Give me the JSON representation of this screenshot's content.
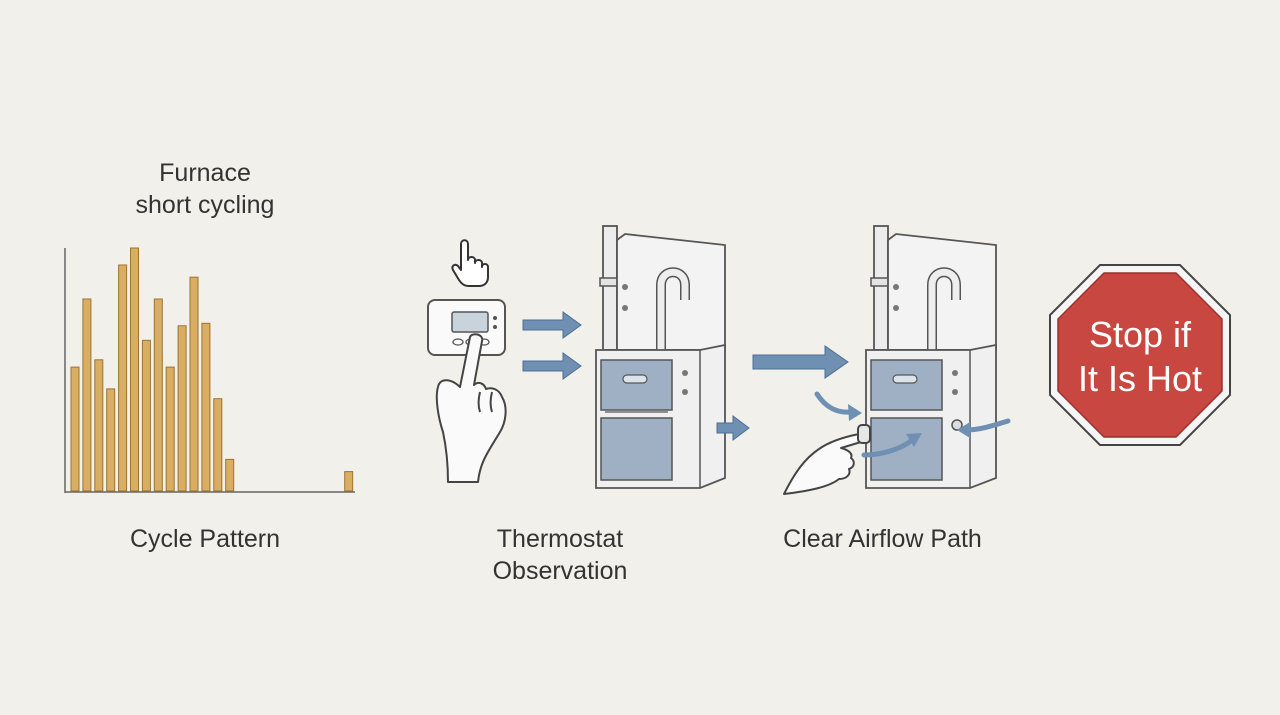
{
  "chart_title": {
    "line1": "Furnace",
    "line2": "short cycling"
  },
  "captions": {
    "cycle": "Cycle Pattern",
    "thermostat_line1": "Thermostat",
    "thermostat_line2": "Observation",
    "airflow": "Clear Airflow Path"
  },
  "stop_sign": {
    "line1": "Stop if",
    "line2": "It Is Hot"
  },
  "chart_data": {
    "type": "bar",
    "values": [
      0.51,
      0.79,
      0.54,
      0.42,
      0.93,
      1.0,
      0.62,
      0.79,
      0.51,
      0.68,
      0.88,
      0.69,
      0.38,
      0.13,
      0.0,
      0.0,
      0.0,
      0.0,
      0.0,
      0.0,
      0.0,
      0.0,
      0.0,
      0.08
    ],
    "colors": {
      "bar": "#d9ae63",
      "bar_edge": "#9c7430",
      "axis": "#666666"
    }
  },
  "colors": {
    "arrow": "#6f8fb3",
    "stop_sign": "#c94741",
    "furnace_panel": "#9fb0c4",
    "line": "#555555"
  }
}
